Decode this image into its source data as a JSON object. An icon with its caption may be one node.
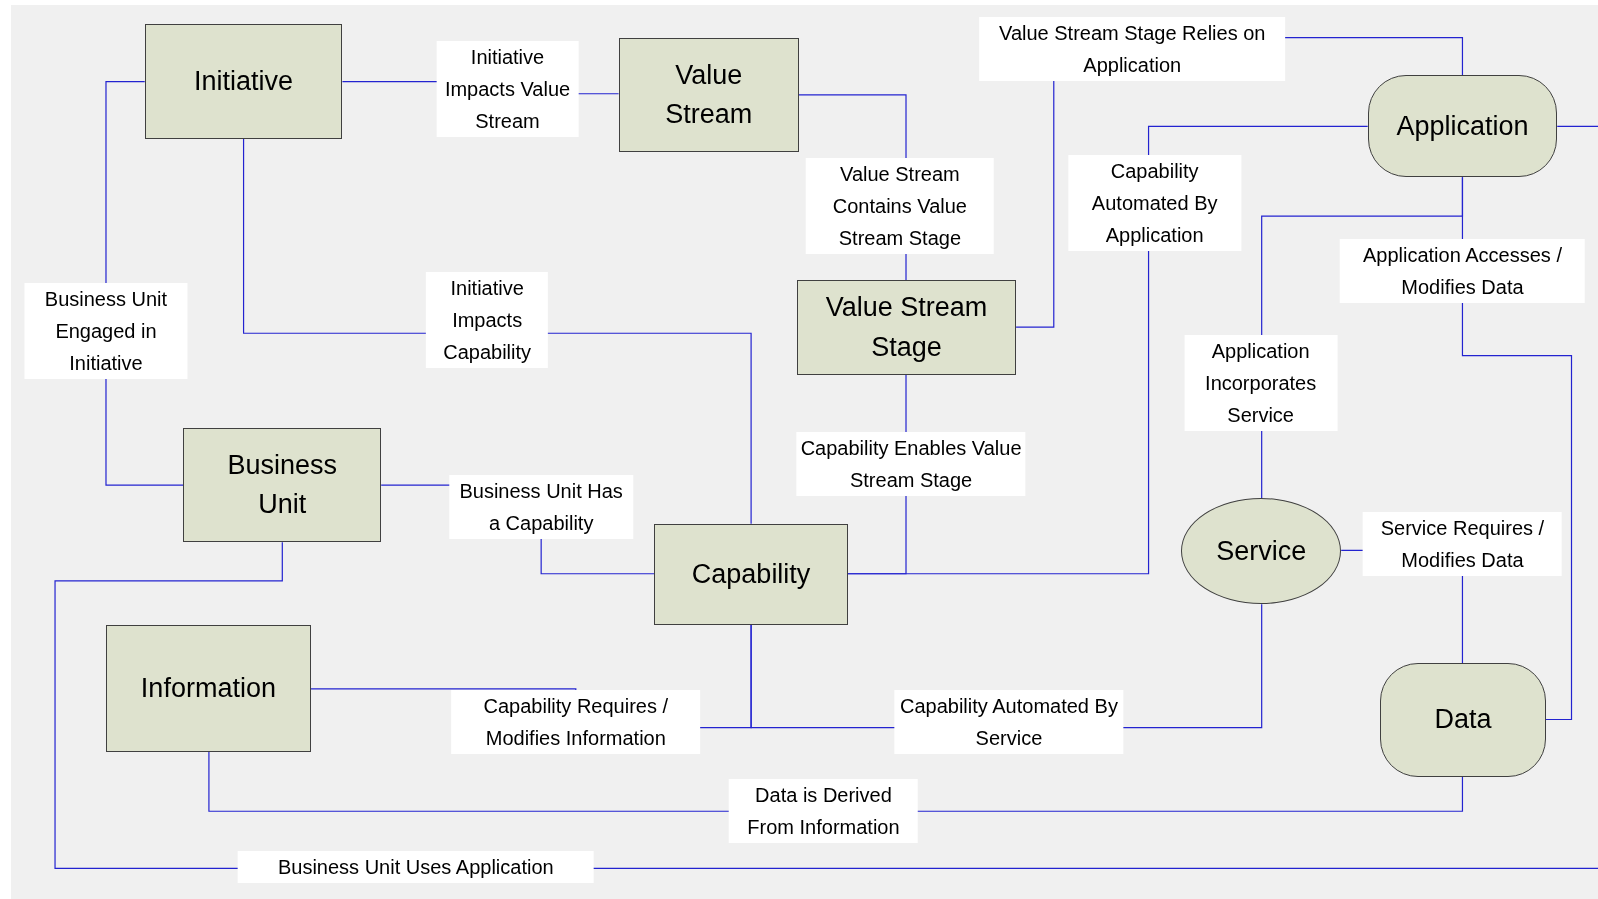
{
  "diagram": {
    "nodes": [
      {
        "text": [
          "Initiative"
        ]
      },
      {
        "text": [
          "Value Stream"
        ]
      },
      {
        "text": [
          "Value Stream Stage"
        ]
      },
      {
        "text": [
          "Application"
        ]
      },
      {
        "text": [
          "Business Unit"
        ]
      },
      {
        "text": [
          "Capability"
        ]
      },
      {
        "text": [
          "Service"
        ]
      },
      {
        "text": [
          "Information"
        ]
      },
      {
        "text": [
          "Data"
        ]
      }
    ],
    "edges": [
      {
        "from": 0,
        "to": 1,
        "arrow": "none",
        "label": "Initiative Impacts Value Stream"
      },
      {
        "from": 1,
        "to": 2,
        "arrow": "none",
        "label": "Value Stream Contains Value Stream Stage"
      },
      {
        "from": 2,
        "to": 3,
        "arrow": "none",
        "label": "Value Stream Stage Relies on Application"
      },
      {
        "from": 0,
        "to": 4,
        "arrow": "none",
        "label": "Business Unit Engaged in Initiative"
      },
      {
        "from": 0,
        "to": 5,
        "arrow": "none",
        "label": "Initiative Impacts Capability"
      },
      {
        "from": 4,
        "to": 5,
        "arrow": "none",
        "label": "Business Unit Has a Capability"
      },
      {
        "from": 5,
        "to": 2,
        "arrow": "none",
        "label": "Capability Enables Value Stream Stage"
      },
      {
        "from": 5,
        "to": 3,
        "arrow": "none",
        "label": "Capability Automated By Application"
      },
      {
        "from": 3,
        "to": 6,
        "arrow": "none",
        "label": "Application Incorporates Service"
      },
      {
        "from": 3,
        "to": 8,
        "arrow": "none",
        "label": "Application Accesses / Modifies Data"
      },
      {
        "from": 6,
        "to": 8,
        "arrow": "none",
        "label": "Service Requires / Modifies Data"
      },
      {
        "from": 5,
        "to": 7,
        "arrow": "none",
        "label": "Capability Requires / Modifies Information"
      },
      {
        "from": 5,
        "to": 6,
        "arrow": "none",
        "label": "Capability Automated By Service"
      },
      {
        "from": 7,
        "to": 8,
        "arrow": "none",
        "label": "Data is Derived From Information"
      },
      {
        "from": 4,
        "to": 3,
        "arrow": "none",
        "label": "Business Unit Uses Application"
      }
    ]
  }
}
